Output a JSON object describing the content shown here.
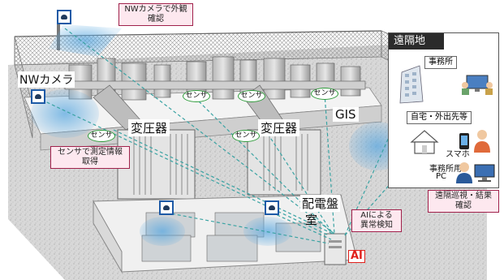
{
  "labels": {
    "nw_camera": "NWカメラ",
    "transformer_1": "変圧器",
    "transformer_2": "変圧器",
    "gis": "GIS",
    "switchboard_room_line1": "配電盤",
    "switchboard_room_line2": "室",
    "ai_badge": "AI",
    "sensor_1": "センサ",
    "sensor_2": "センサ",
    "sensor_3": "センサ",
    "sensor_4": "センサ",
    "sensor_5": "センサ"
  },
  "callouts": {
    "camera_check": [
      "NWカメラで外観",
      "確認"
    ],
    "sensor_measure": [
      "センサで測定情報",
      "取得"
    ],
    "ai_detect": [
      "AIによる",
      "異常検知"
    ],
    "remote_patrol": [
      "遠隔巡視・結果",
      "確認"
    ]
  },
  "remote_site": {
    "title": "遠隔地",
    "office": "事務所",
    "home_outside": "自宅・外出先等",
    "smartphone": "スマホ",
    "office_pc_line1": "事務所用",
    "office_pc_line2": "PC"
  },
  "colors": {
    "callout_border": "#a0214b",
    "callout_fill": "#fde8ef",
    "sensor_ring": "#2e9b3a",
    "camera_frame": "#1d5aa6",
    "camera_view": "#5aa8e0",
    "link_line": "#3aa3a3",
    "ai_red": "#e0201b"
  },
  "icons": [
    "camera-icon",
    "building-icon",
    "house-icon",
    "person-icon",
    "smartphone-icon",
    "pc-icon",
    "monitor-icon"
  ]
}
